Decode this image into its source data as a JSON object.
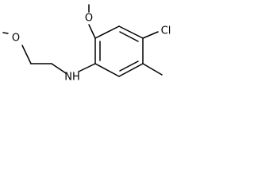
{
  "molecule": {
    "atoms": {
      "chlorine": "Cl",
      "nitrogen_h": "NH",
      "methoxy_oxygen": "O",
      "ether_oxygen": "O"
    }
  }
}
